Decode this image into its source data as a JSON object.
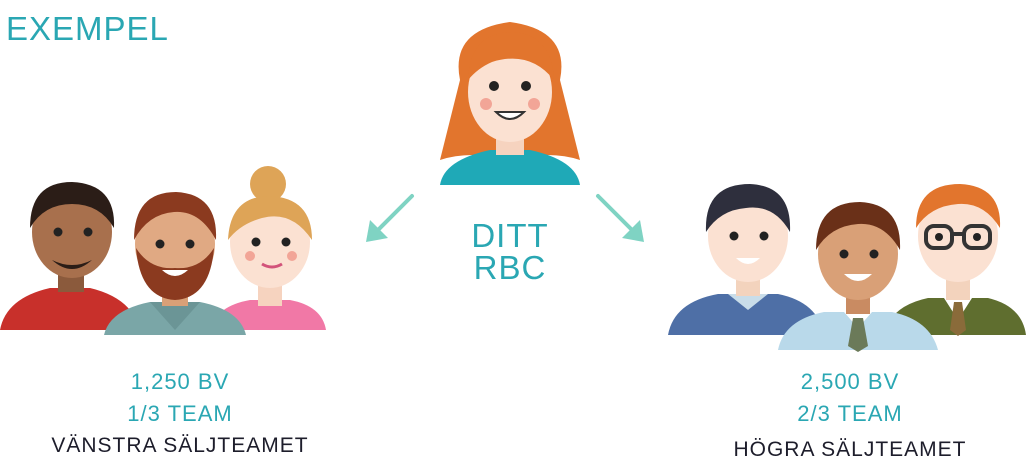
{
  "title": "EXEMPEL",
  "center": {
    "line1": "DITT",
    "line2": "RBC"
  },
  "left_team": {
    "bv": "1,250 BV",
    "share": "1/3 TEAM",
    "name": "VÄNSTRA SÄLJTEAMET"
  },
  "right_team": {
    "bv": "2,500 BV",
    "share": "2/3 TEAM",
    "name": "HÖGRA SÄLJTEAMET"
  },
  "colors": {
    "accent": "#2aa7b3",
    "arrow": "#7fd3c3",
    "text_dark": "#1d1d2b"
  },
  "icons": {
    "center": "woman-avatar-icon",
    "left_group": [
      "man-avatar-icon",
      "bearded-man-avatar-icon",
      "woman-avatar-icon"
    ],
    "right_group": [
      "man-avatar-icon",
      "man-avatar-icon",
      "glasses-man-avatar-icon"
    ],
    "arrows": [
      "arrow-down-left-icon",
      "arrow-down-right-icon"
    ]
  }
}
